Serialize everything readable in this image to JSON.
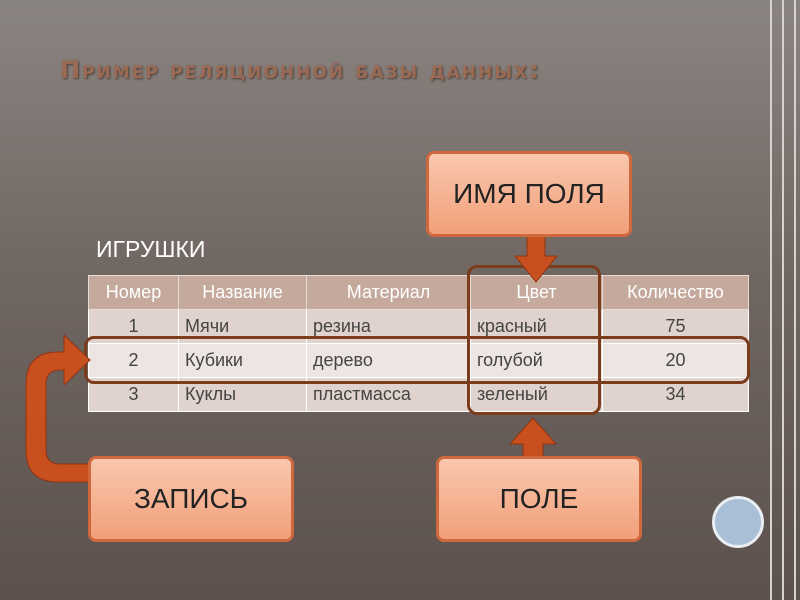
{
  "title": "Пример реляционной базы данных:",
  "table": {
    "caption": "ИГРУШКИ",
    "headers": [
      "Номер",
      "Название",
      "Материал",
      "Цвет",
      "Количество"
    ],
    "rows": [
      [
        "1",
        "Мячи",
        "резина",
        "красный",
        "75"
      ],
      [
        "2",
        "Кубики",
        "дерево",
        "голубой",
        "20"
      ],
      [
        "3",
        "Куклы",
        "пластмасса",
        "зеленый",
        "34"
      ]
    ]
  },
  "callouts": {
    "field_name": "ИМЯ ПОЛЯ",
    "record": "ЗАПИСЬ",
    "field": "ПОЛЕ"
  },
  "colors": {
    "callout_fill": "#f4a983",
    "callout_border": "#d0683e",
    "arrow": "#c8501f",
    "highlight_border": "#7a3c1a",
    "header_bg": "#c4a99c",
    "row_bg": "#e0d3cd"
  }
}
